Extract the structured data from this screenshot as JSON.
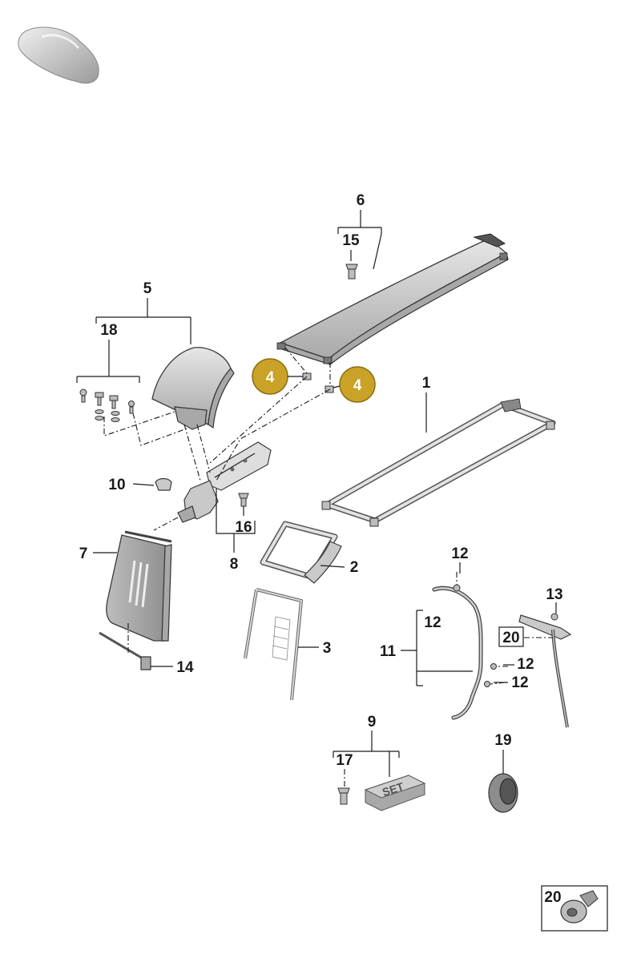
{
  "diagram": {
    "callouts": {
      "c1": "1",
      "c2": "2",
      "c3": "3",
      "c4a": "4",
      "c4b": "4",
      "c5": "5",
      "c6": "6",
      "c7": "7",
      "c8": "8",
      "c9": "9",
      "c10": "10",
      "c11": "11",
      "c12a": "12",
      "c12b": "12",
      "c12c": "12",
      "c12d": "12",
      "c13": "13",
      "c14": "14",
      "c15": "15",
      "c16": "16",
      "c17": "17",
      "c18": "18",
      "c19": "19",
      "c20box": "20",
      "c20legend": "20"
    },
    "set_label": "SET",
    "colors": {
      "highlight": "#C9A227",
      "highlight_border": "#8C7016",
      "line": "#1A1A1A"
    },
    "icons": {
      "thumbnail": "car-thumbnail-icon",
      "legend": "button-head-screw-icon"
    }
  }
}
